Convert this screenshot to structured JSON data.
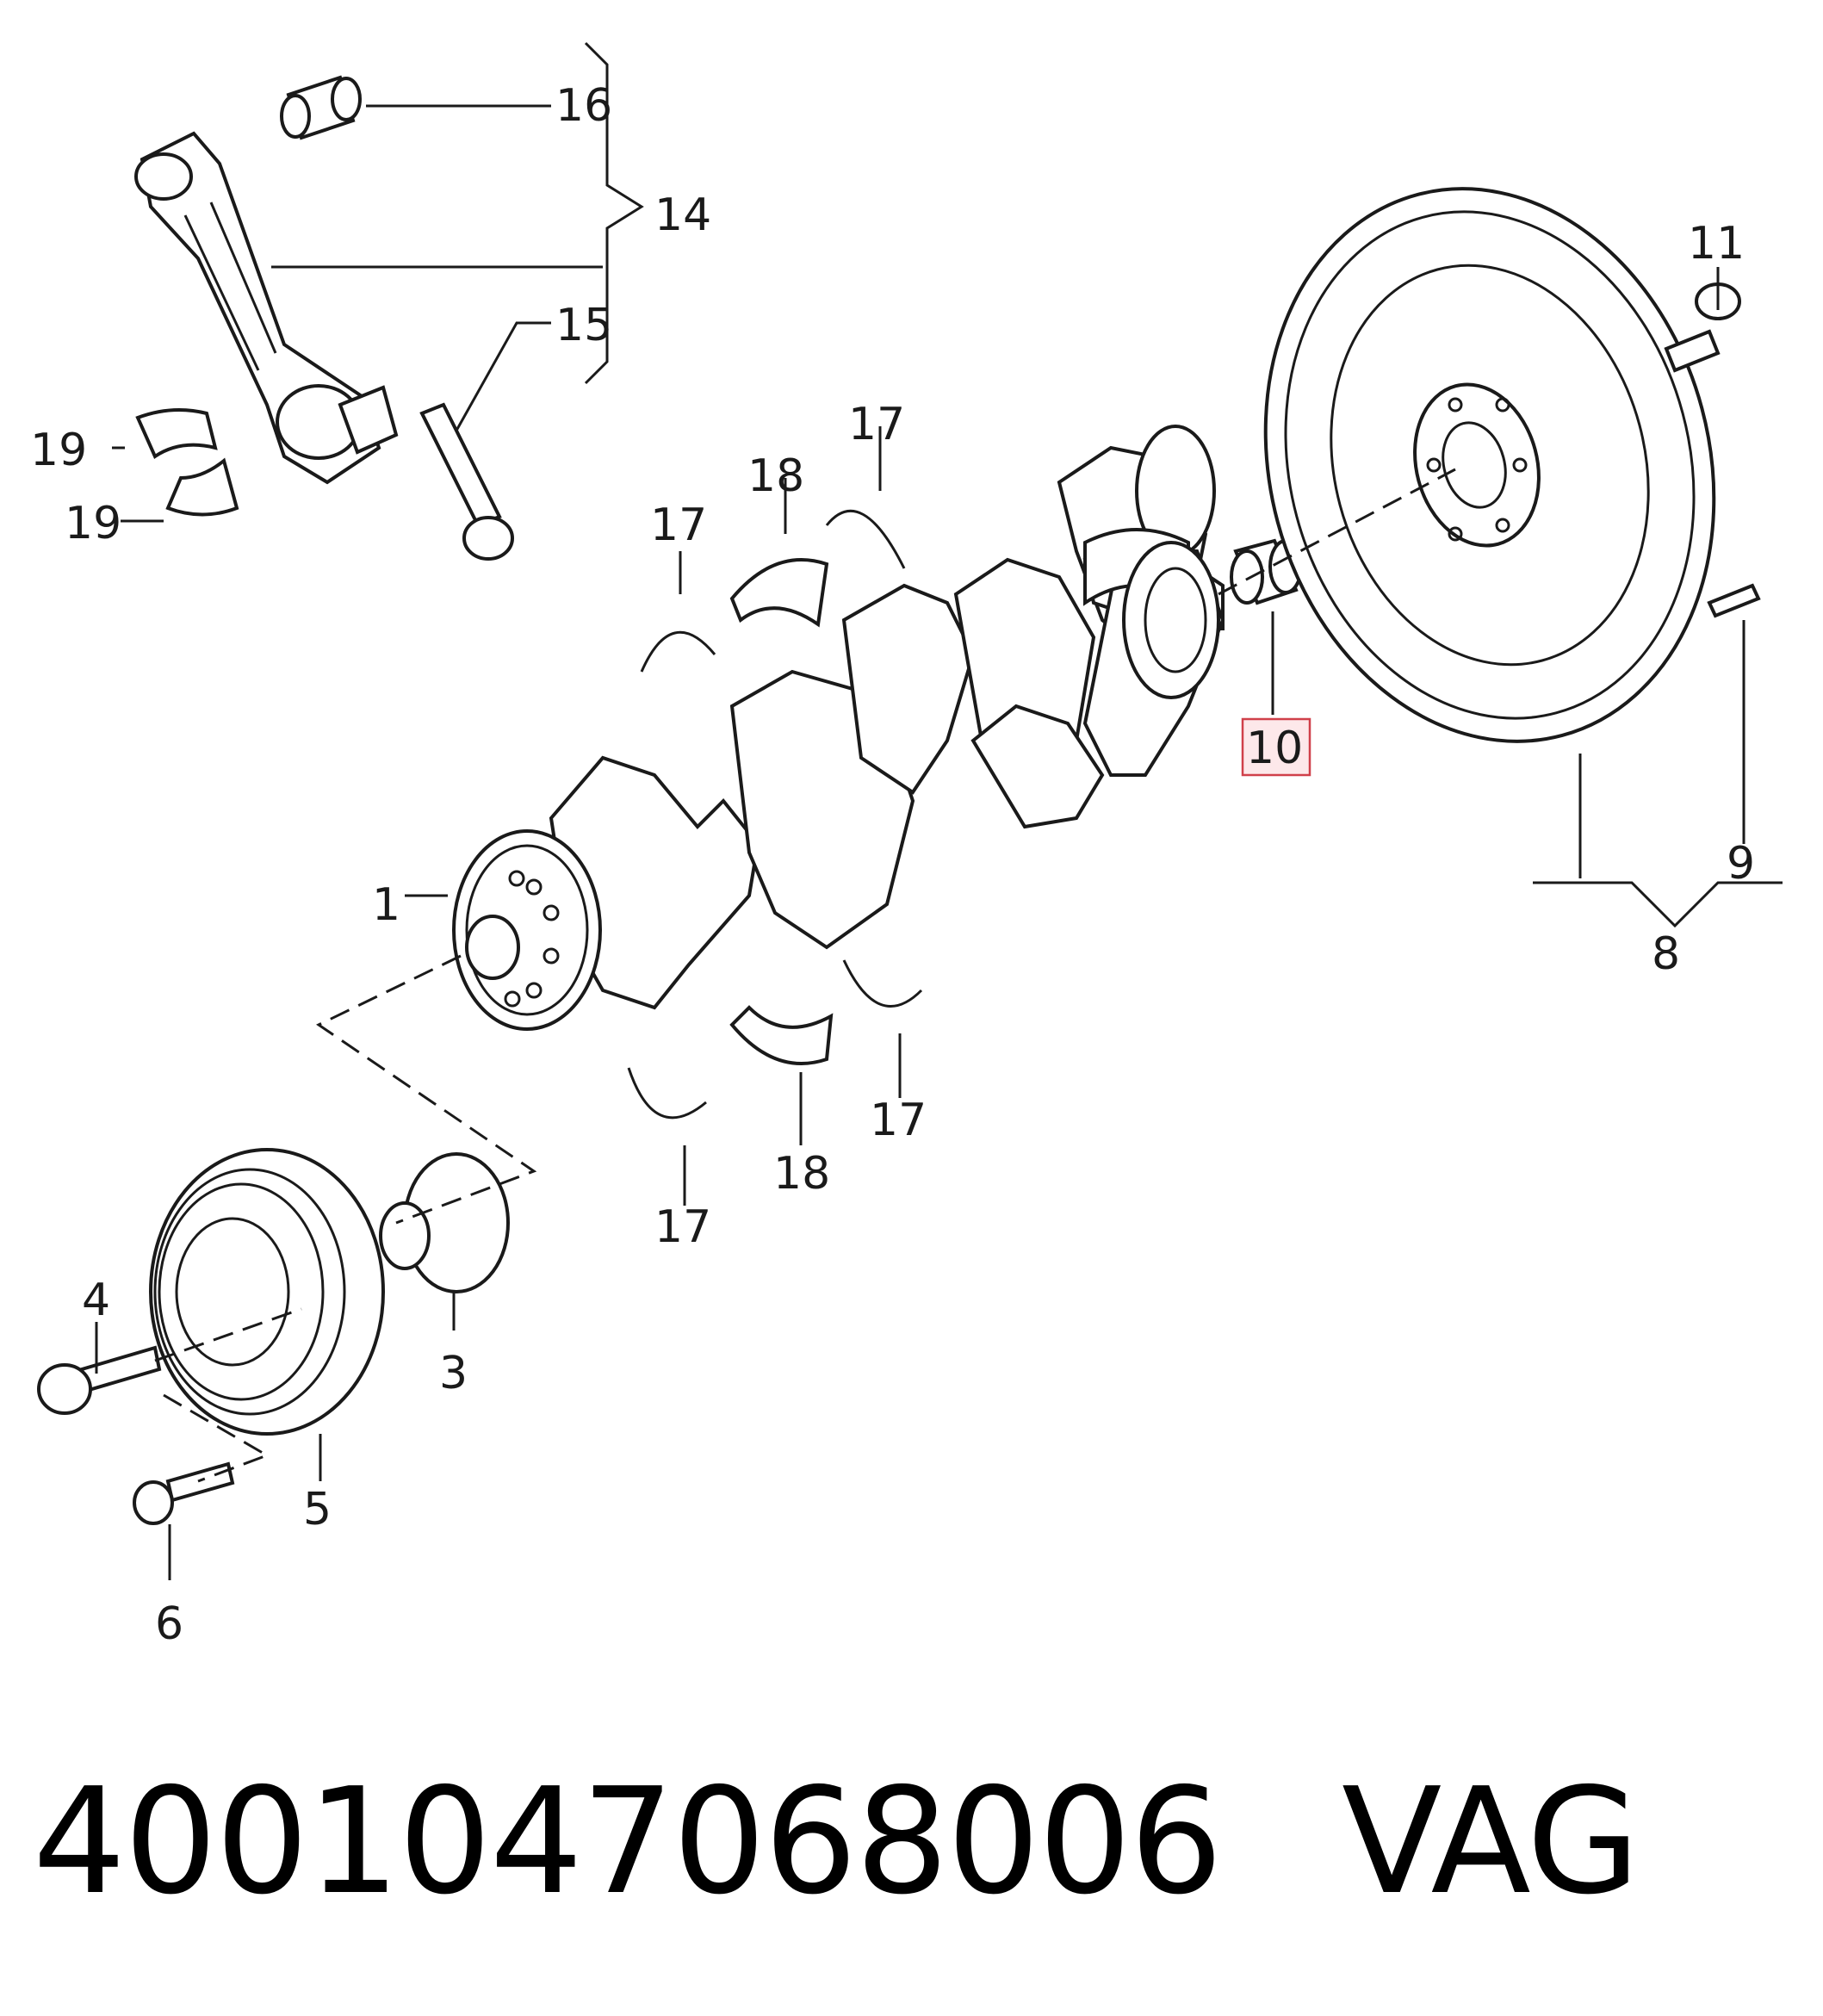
{
  "labels": {
    "l1": "1",
    "l3": "3",
    "l4": "4",
    "l5": "5",
    "l6": "6",
    "l8": "8",
    "l9": "9",
    "l10": "10",
    "l11": "11",
    "l14": "14",
    "l15": "15",
    "l16": "16",
    "l17a": "17",
    "l17b": "17",
    "l17c": "17",
    "l17d": "17",
    "l18a": "18",
    "l18b": "18",
    "l19a": "19",
    "l19b": "19"
  },
  "highlight_color": "#d0404a",
  "caption": {
    "part_number": "4001047068006",
    "brand": "VAG"
  }
}
